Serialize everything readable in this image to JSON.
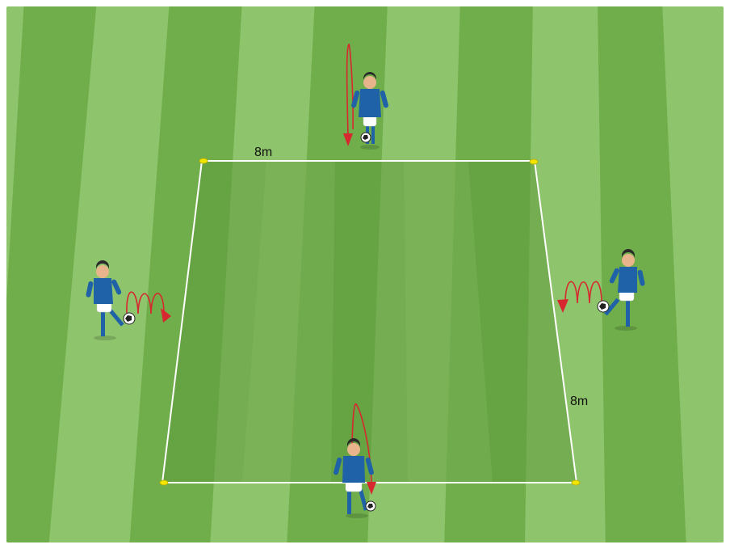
{
  "drill": {
    "labels": {
      "top_width": "8m",
      "side_length": "8m"
    },
    "colors": {
      "stripe_light": "#8ec46b",
      "stripe_dark": "#6fae4a",
      "area_fill": "#5f9a3e",
      "area_fill_alt": "#6ea54f",
      "line": "#ffffff",
      "cone": "#f2e600",
      "arrow": "#d7282f",
      "jersey": "#1f62a8",
      "shorts": "#ffffff",
      "socks": "#1f62a8",
      "skin": "#e8b48c",
      "hair": "#2a2a2a"
    },
    "players": [
      {
        "id": "top",
        "facing": "down",
        "juggle_arrow": "vertical-loop"
      },
      {
        "id": "left",
        "facing": "right",
        "juggle_arrow": "bounce-right"
      },
      {
        "id": "right",
        "facing": "left",
        "juggle_arrow": "bounce-left"
      },
      {
        "id": "bottom",
        "facing": "up",
        "juggle_arrow": "vertical-loop"
      }
    ],
    "cones": [
      "top-left",
      "top-right",
      "bottom-left",
      "bottom-right"
    ]
  }
}
